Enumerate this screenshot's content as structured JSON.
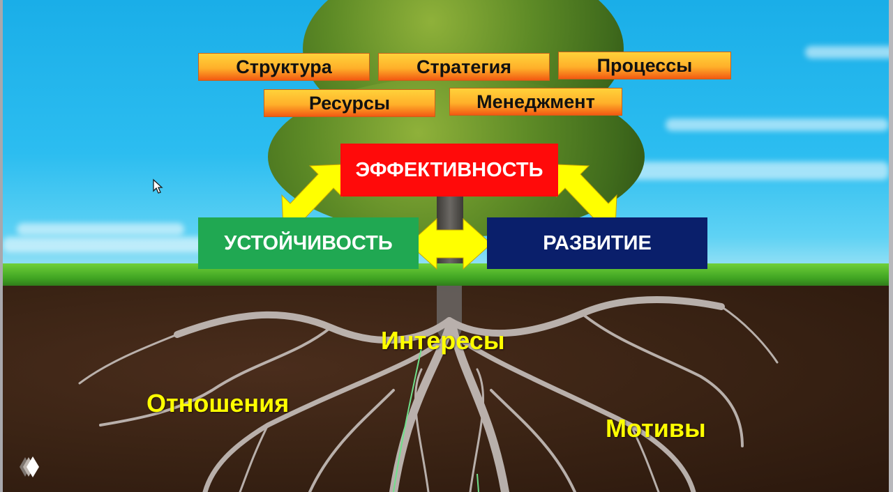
{
  "slide": {
    "top_boxes_row1": [
      "Структура",
      "Стратегия",
      "Процессы"
    ],
    "top_boxes_row2": [
      "Ресурсы",
      "Менеджмент"
    ],
    "core": {
      "top": "ЭФФЕКТИВНОСТЬ",
      "left": "УСТОЙЧИВОСТЬ",
      "right": "РАЗВИТИЕ"
    },
    "roots": {
      "center": "Интересы",
      "left": "Отношения",
      "right": "Мотивы"
    }
  },
  "colors": {
    "top_box_gradient": [
      "#ffd23a",
      "#f25a12"
    ],
    "efficiency_red": "#ff0a0a",
    "stability_green": "#20a852",
    "development_blue": "#0a1f6b",
    "arrow_yellow": "#ffff00",
    "root_label_yellow": "#ffff00"
  },
  "icons": {
    "cursor": "mouse-pointer-icon",
    "logo": "stacked-diamonds-logo-icon"
  }
}
